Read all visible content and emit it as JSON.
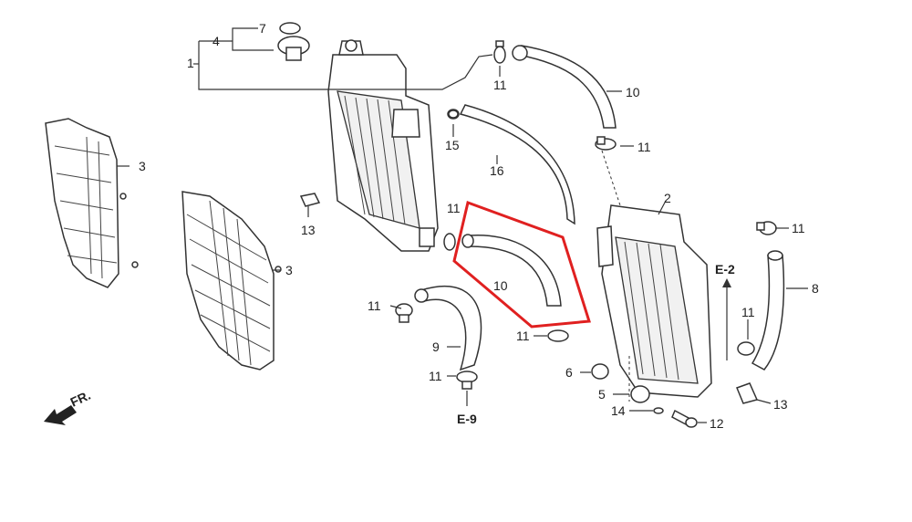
{
  "callouts": {
    "c1": "1",
    "c2": "2",
    "c3a": "3",
    "c3b": "3",
    "c4": "4",
    "c5": "5",
    "c6": "6",
    "c7": "7",
    "c8": "8",
    "c9": "9",
    "c10a": "10",
    "c10b": "10",
    "c11a": "11",
    "c11b": "11",
    "c11c": "11",
    "c11d": "11",
    "c11e": "11",
    "c11f": "11",
    "c11g": "11",
    "c11h": "11",
    "c12": "12",
    "c13a": "13",
    "c13b": "13",
    "c14": "14",
    "c15": "15",
    "c16": "16"
  },
  "refs": {
    "e2": "E-2",
    "e9": "E-9"
  },
  "direction": {
    "label": "FR."
  },
  "highlight": {
    "color": "#e02020"
  }
}
